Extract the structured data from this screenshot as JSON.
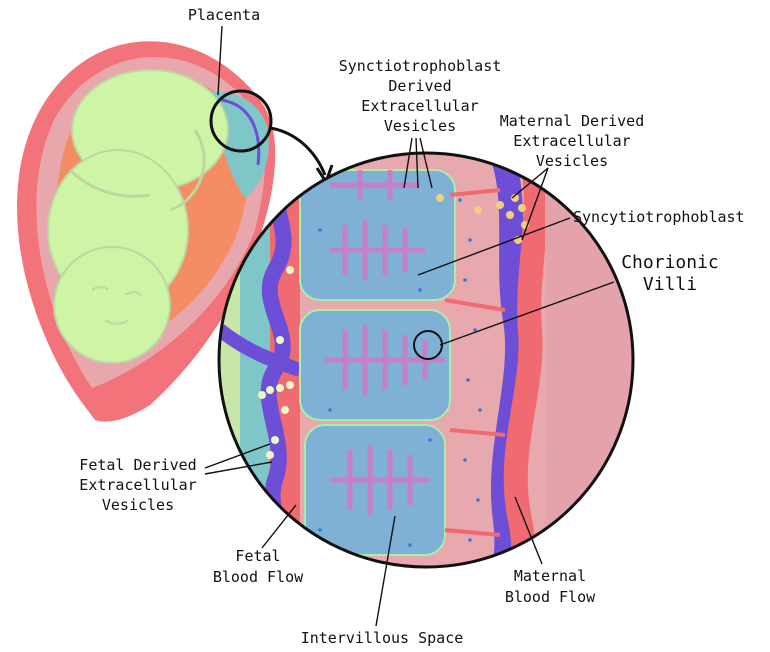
{
  "labels": {
    "placenta": "Placenta",
    "synctio_evs": [
      "Synctiotrophoblast",
      "Derived",
      "Extracellular",
      "Vesicles"
    ],
    "maternal_evs": [
      "Maternal Derived",
      "Extracellular",
      "Vesicles"
    ],
    "syncytiotrophoblast": "Syncytiotrophoblast",
    "chorionic_villi": [
      "Chorionic",
      "Villi"
    ],
    "fetal_evs": [
      "Fetal Derived",
      "Extracellular",
      "Vesicles"
    ],
    "fetal_blood_flow": [
      "Fetal",
      "Blood Flow"
    ],
    "maternal_blood_flow": [
      "Maternal",
      "Blood Flow"
    ],
    "intervillous_space": "Intervillous Space"
  },
  "colors": {
    "uterus_wall": "#f2747a",
    "uterus_inner": "#e8a7ad",
    "amnion": "#f48d63",
    "fetus": "#cdf5a5",
    "fetus_outline": "#bcd79f",
    "placenta": "#7fc6c9",
    "villi_fill": "#7fb0d6",
    "villi_branch": "#c77fc6",
    "villi_outline": "#a8f0a8",
    "fetal_vessel": "#6c4fd6",
    "maternal_vessel": "#f06a72",
    "intervillous": "#e7a8ae",
    "vesicle_yellow": "#f2d07a",
    "vesicle_pale": "#eef6c8",
    "blue_dots": "#2e7be0"
  }
}
